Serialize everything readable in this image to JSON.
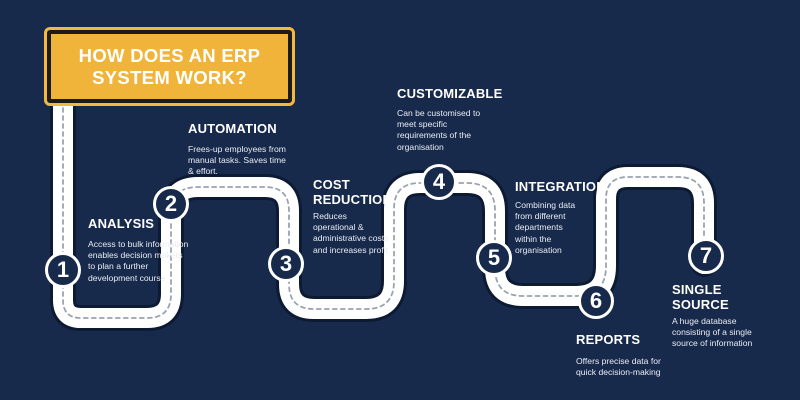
{
  "title": "HOW DOES AN ERP SYSTEM WORK?",
  "colors": {
    "background": "#182a4c",
    "sign": "#f0b43a",
    "road": "#ffffff",
    "road_edge": "#0d1a33",
    "road_dash": "#c7ccd6",
    "text": "#ffffff"
  },
  "steps": [
    {
      "number": "1",
      "title": "ANALYSIS",
      "description": "Access to bulk information enables decision makers to plan a further development course"
    },
    {
      "number": "2",
      "title": "AUTOMATION",
      "description": "Frees-up employees from manual tasks. Saves time & effort."
    },
    {
      "number": "3",
      "title": "COST REDUCTION",
      "description": "Reduces operational & administrative costs and increases profit"
    },
    {
      "number": "4",
      "title": "CUSTOMIZABLE",
      "description": "Can be customised to meet specific requirements of the organisation"
    },
    {
      "number": "5",
      "title": "INTEGRATION",
      "description": "Combining data from different departments within the organisation"
    },
    {
      "number": "6",
      "title": "REPORTS",
      "description": "Offers precise data for quick decision-making"
    },
    {
      "number": "7",
      "title": "SINGLE SOURCE",
      "description": "A huge database consisting of a single source of information"
    }
  ]
}
